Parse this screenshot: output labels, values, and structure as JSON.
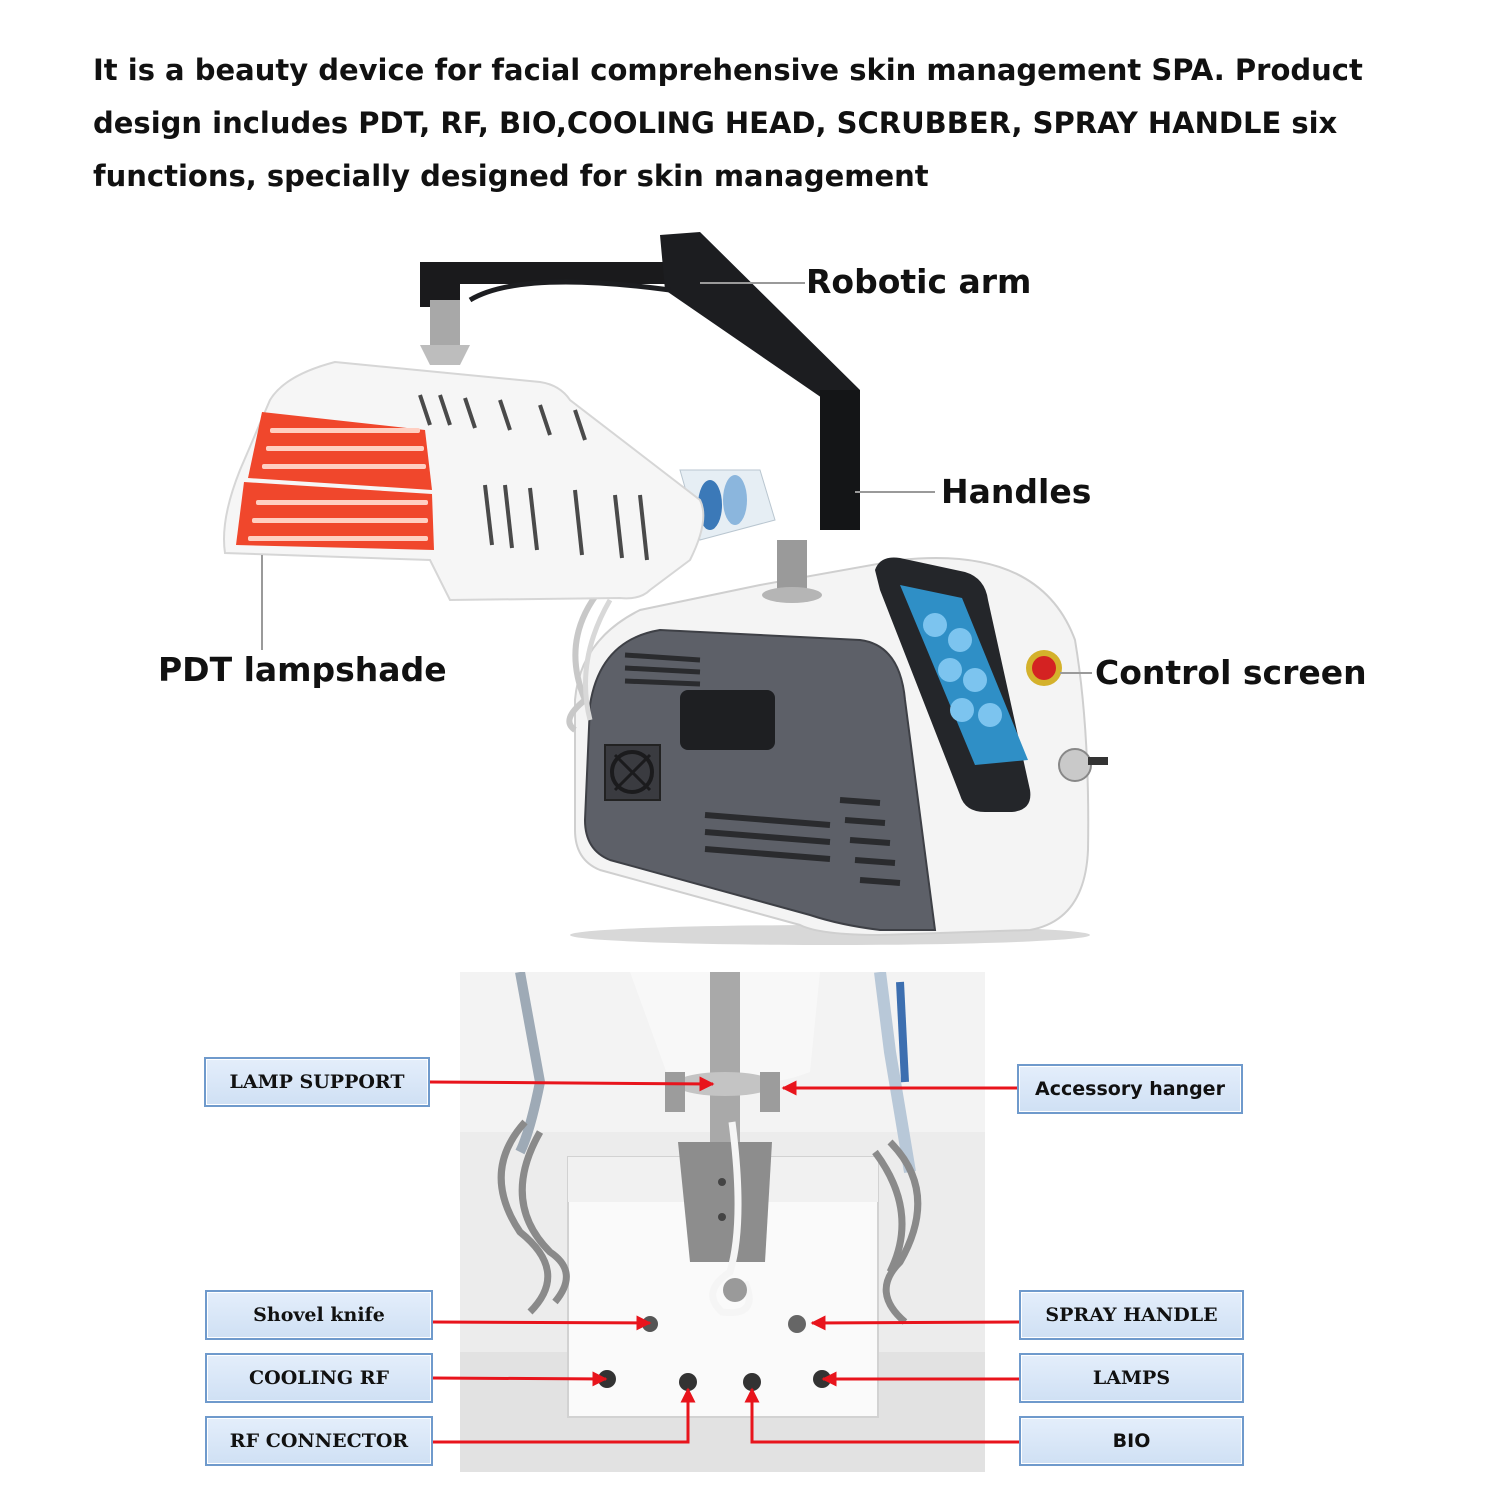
{
  "intro_text": "It is a beauty device for facial comprehensive skin management SPA. Product design includes PDT, RF, BIO,COOLING HEAD, SCRUBBER, SPRAY HANDLE six functions, specially designed for skin management",
  "callouts": {
    "robotic_arm": "Robotic arm",
    "handles": "Handles",
    "pdt_lampshade": "PDT lampshade",
    "control_screen": "Control screen"
  },
  "rear_labels": {
    "lamp_support": "LAMP SUPPORT",
    "accessory_hanger": "Accessory hanger",
    "shovel_knife": "Shovel knife",
    "spray_handle": "SPRAY HANDLE",
    "cooling_rf": "COOLING RF",
    "lamps": "LAMPS",
    "rf_connector": "RF CONNECTOR",
    "bio": "BIO"
  },
  "colors": {
    "arrow": "#e8141c",
    "label_border": "#6f9acc",
    "lamp_red": "#f0472c"
  }
}
